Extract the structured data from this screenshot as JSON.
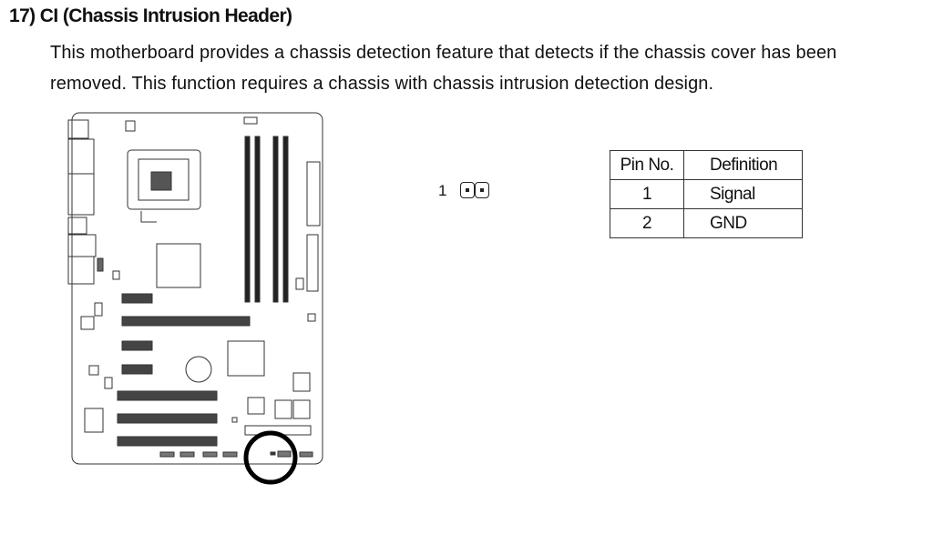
{
  "heading": "17) CI (Chassis Intrusion Header)",
  "paragraph": {
    "line1": "This motherboard provides a chassis detection feature that detects if the chassis cover has been",
    "line2": "removed. This function requires a chassis with chassis intrusion detection design."
  },
  "connector": {
    "pin1_label": "1"
  },
  "pin_table": {
    "headers": [
      "Pin No.",
      "Definition"
    ],
    "rows": [
      [
        "1",
        "Signal"
      ],
      [
        "2",
        "GND"
      ]
    ]
  }
}
